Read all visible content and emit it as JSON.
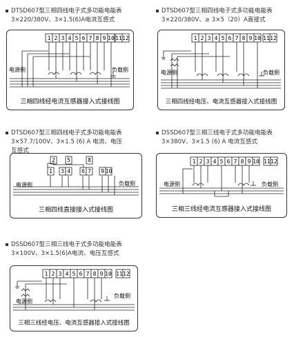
{
  "items": [
    {
      "caption1": "DTSD607型三相四线电子式多功能电能表",
      "caption2": "3×220/380V、3×1.5(6)A电流互感式",
      "title": "三相四线经电流互感器接入式接线图",
      "left_label": "电源侧",
      "right_label": "负载侧",
      "terminals_main": [
        "1",
        "2",
        "3",
        "4",
        "5",
        "6",
        "7",
        "8",
        "9",
        "10"
      ],
      "terminals_aux": [
        "11",
        "12"
      ]
    },
    {
      "caption1": "DTSD607型三相四线电子式多功能电能表",
      "caption2": "3×220/380V、≥ 3×5（20）A直接式",
      "title": "三相四线经电压、电流互感器接入式接线图",
      "left_label": "电源侧",
      "right_label": "负载侧",
      "terminals_main": [
        "1",
        "2",
        "3",
        "4",
        "5",
        "6",
        "7",
        "8",
        "9",
        "10"
      ],
      "terminals_aux": [
        "11",
        "12"
      ]
    },
    {
      "caption1": "DTSD607型三相四线电子式多功能电能表",
      "caption2": "3×57.7/100V、3×1.5 (6) A 电流、电压",
      "caption3": "互感式",
      "title": "三相四线直接接入式接线图",
      "left_label": "电源侧",
      "right_label": "负载侧",
      "terminals_top": [
        "2",
        "5",
        "8"
      ],
      "terminals_bottom": [
        "1",
        "3",
        "4",
        "6",
        "7",
        "9",
        "10"
      ]
    },
    {
      "caption1": "DSSD607型三相三线电子式多功能电能表",
      "caption2": "3×380V、3×1.5 (6) A 电流互感式",
      "title": "三相三线经电流互感器接入式接线图",
      "left_label": "电源侧",
      "right_label": "负载侧",
      "terminals_main": [
        "1",
        "2",
        "3",
        "4",
        "5",
        "6",
        "7",
        "8",
        "9",
        "10"
      ],
      "terminals_aux": [
        "11",
        "12"
      ]
    },
    {
      "caption1": "DSSD607型三相三线电子式多功能电能表",
      "caption2": "3×100V、3×1.5(6)A电流、电压互感式",
      "title": "三相三线经电压、电流互感器接入式接线图",
      "left_label": "电源侧",
      "right_label": "负载侧",
      "terminals_main": [
        "1",
        "2",
        "3",
        "4",
        "5",
        "6",
        "7",
        "8",
        "9",
        "10"
      ],
      "terminals_aux": [
        "11",
        "12"
      ]
    }
  ]
}
